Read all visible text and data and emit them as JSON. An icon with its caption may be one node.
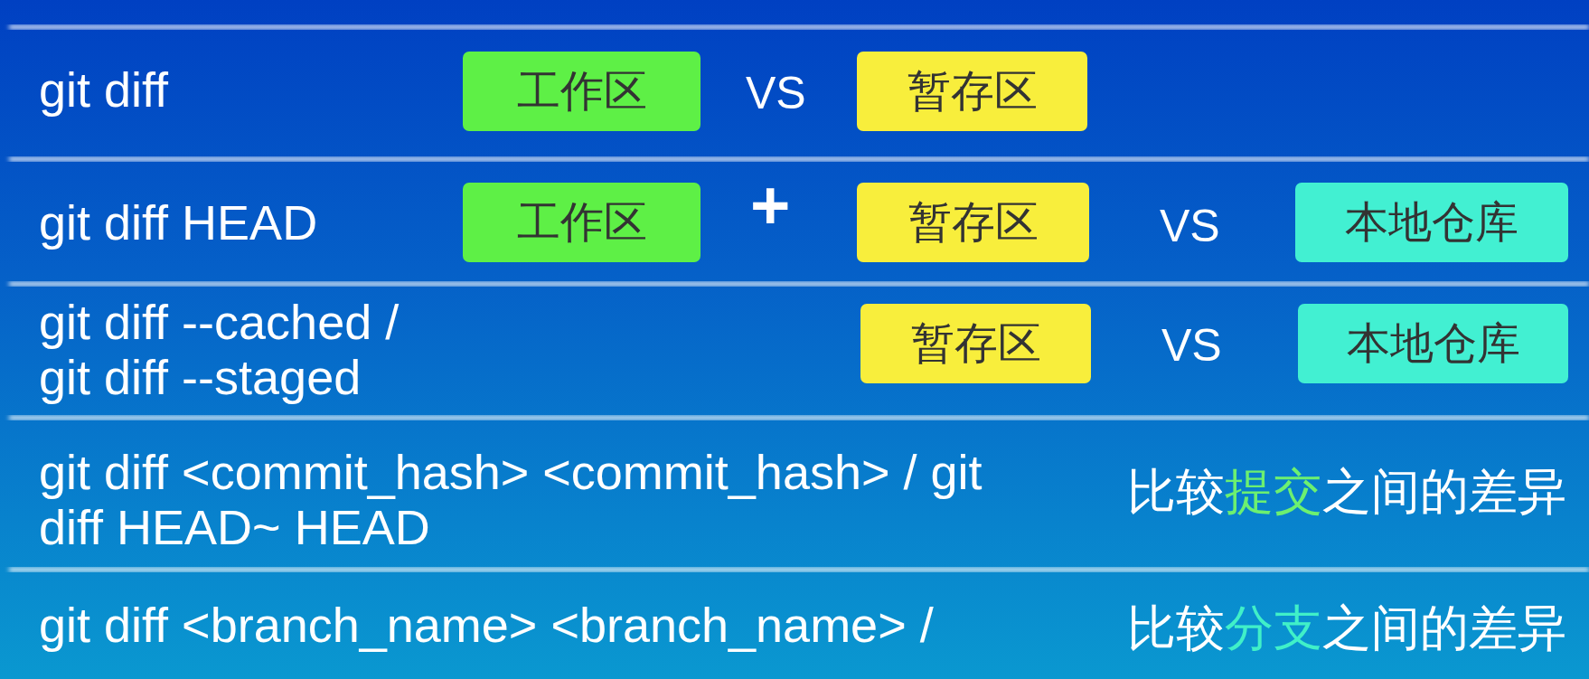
{
  "diagram": {
    "nodes": [
      {
        "text": [
          "工作区"
        ]
      },
      {
        "text": [
          "暂存区"
        ]
      },
      {
        "text": [
          "工作区"
        ]
      },
      {
        "text": [
          "暂存区"
        ]
      },
      {
        "text": [
          "本地仓库"
        ]
      },
      {
        "text": [
          "暂存区"
        ]
      },
      {
        "text": [
          "本地仓库"
        ]
      }
    ],
    "labels": [
      "git diff",
      "VS",
      "git diff HEAD",
      "+",
      "VS",
      "git diff --cached / git diff --staged",
      "VS",
      "git diff <commit_hash> <commit_hash> / git diff HEAD~ HEAD",
      "比较**提交**之间的差异",
      "git diff <branch_name> <branch_name> /",
      "比较**分支**之间的差异"
    ]
  }
}
